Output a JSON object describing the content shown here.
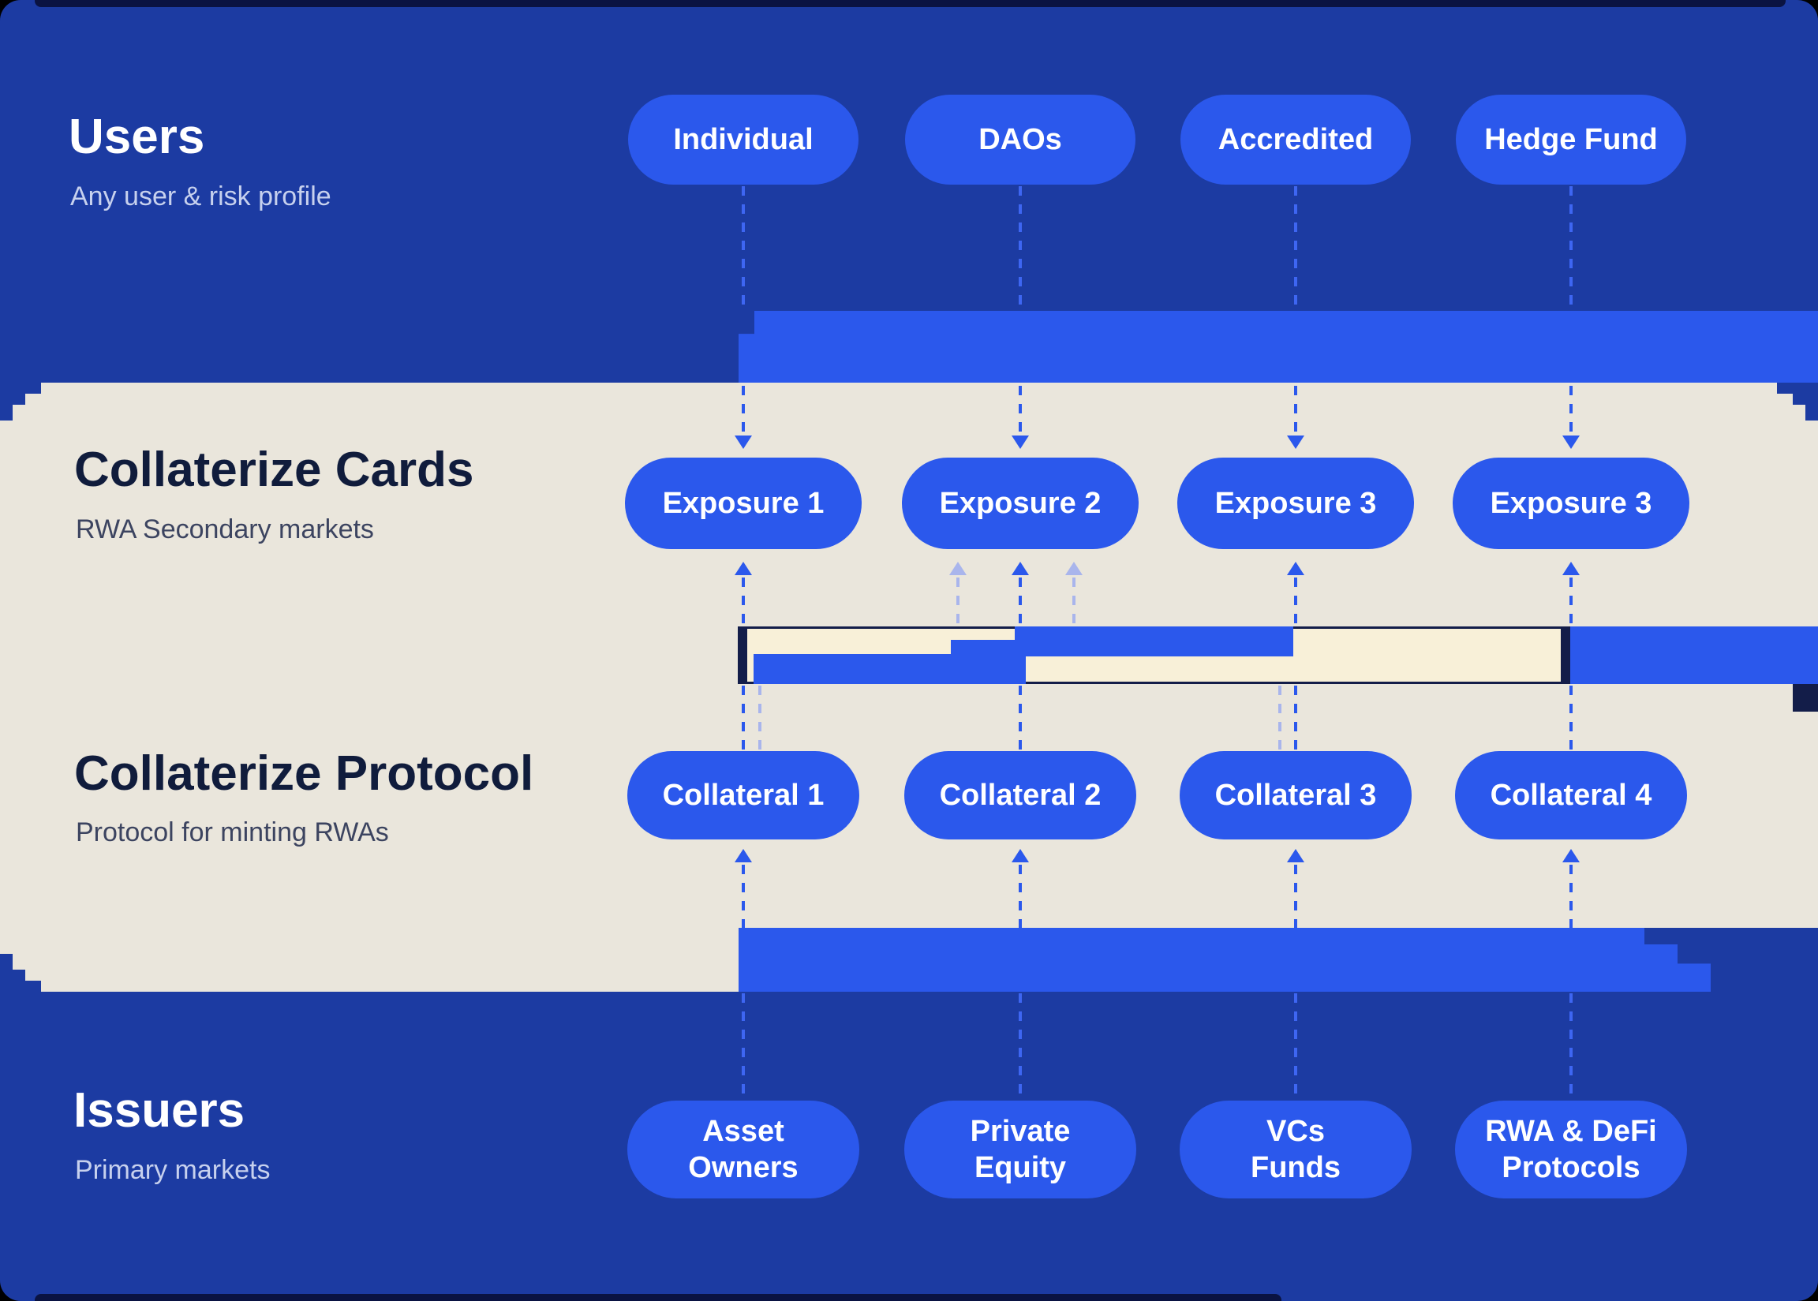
{
  "colors": {
    "navy": "#1c3ba2",
    "pill": "#2b58ec",
    "cream": "#eae6dc",
    "pale": "#f8f0d8",
    "dark": "#131d49",
    "ink": "#101c3c",
    "sublight": "#c7d1ee",
    "subdark": "#3c4460",
    "lightarrow": "#a9b5ec",
    "navyline": "#3e66f2",
    "strip": "#0a1342"
  },
  "users": {
    "title": "Users",
    "subtitle": "Any user & risk profile",
    "pills": [
      "Individual",
      "DAOs",
      "Accredited",
      "Hedge Fund"
    ]
  },
  "cards": {
    "title": "Collaterize Cards",
    "subtitle": "RWA Secondary markets",
    "pills": [
      "Exposure 1",
      "Exposure 2",
      "Exposure 3",
      "Exposure 3"
    ]
  },
  "protocol": {
    "title": "Collaterize Protocol",
    "subtitle": "Protocol for minting RWAs",
    "pills": [
      "Collateral 1",
      "Collateral 2",
      "Collateral 3",
      "Collateral 4"
    ]
  },
  "issuers": {
    "title": "Issuers",
    "subtitle": "Primary markets",
    "pills": [
      "Asset\nOwners",
      "Private\nEquity",
      "VCs\nFunds",
      "RWA & DeFi\nProtocols"
    ]
  }
}
